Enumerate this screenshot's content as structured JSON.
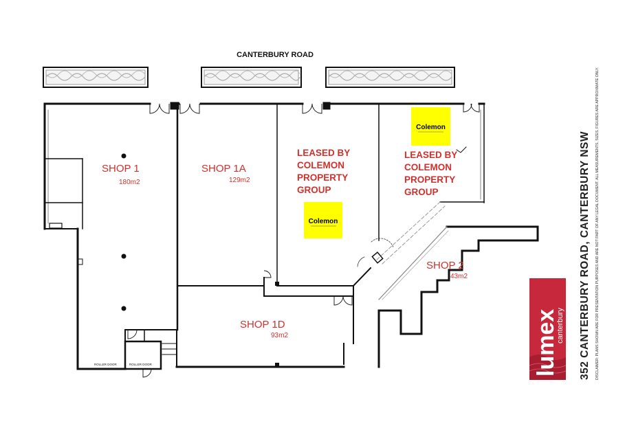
{
  "road_label": "CANTERBURY ROAD",
  "shops": [
    {
      "name": "SHOP 1",
      "area": "180m2"
    },
    {
      "name": "SHOP 1A",
      "area": "129m2"
    },
    {
      "name": "SHOP 1D",
      "area": "93m2"
    },
    {
      "name": "SHOP 2",
      "area": "43m2"
    }
  ],
  "leased": [
    {
      "lines": [
        "LEASED BY",
        "COLEMON",
        "PROPERTY",
        "GROUP"
      ]
    },
    {
      "lines": [
        "LEASED BY",
        "COLEMON",
        "PROPERTY",
        "GROUP"
      ]
    }
  ],
  "coleman_logo": {
    "text": "Colemon",
    "bg": "#ffff00"
  },
  "roller_door_labels": [
    "ROLLER DOOR",
    "ROLLER DOOR"
  ],
  "address": "352 CANTERBURY ROAD, CANTERBURY NSW",
  "disclaimer": "DISCLAIMER: PLANS SHOWN ARE FOR PRESENTATION PURPOSES AND ARE NOT PART OF ANY LEGAL DOCUMENT. ALL MEASUREMENTS, SIZES, FIGURES ARE APPROXIMATE ONLY.",
  "brand": {
    "name": "lumex",
    "sub": "canterbury",
    "color": "#c8283c"
  },
  "colors": {
    "label": "#d0312d",
    "wall": "#111111"
  }
}
